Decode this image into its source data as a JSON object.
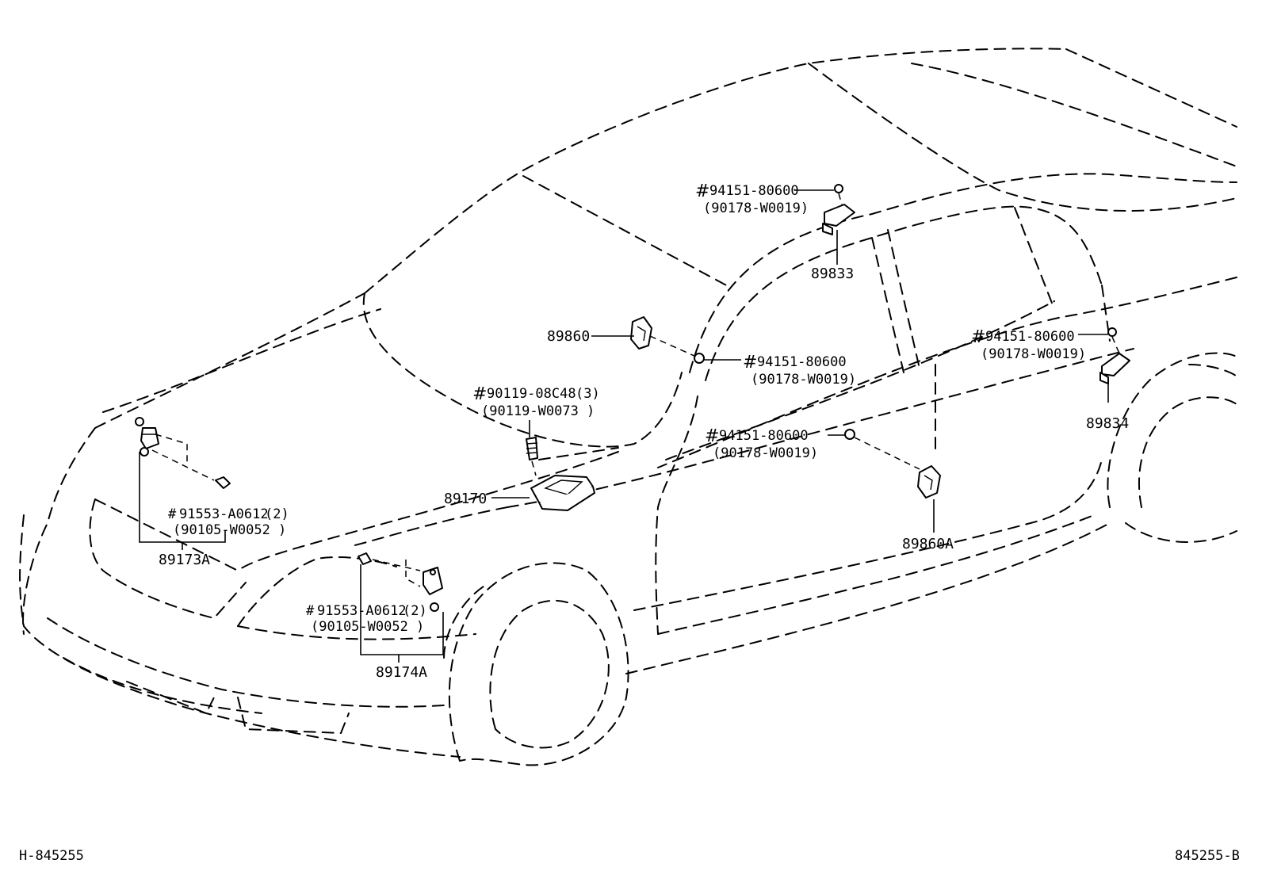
{
  "figure_id_left": "H-845255",
  "figure_id_right": "845255-B",
  "callouts": {
    "upper_pillar_sensor": {
      "part": "89833",
      "fastener": "94151-80600",
      "alt": "(90178-W0019)"
    },
    "rear_sensor": {
      "part": "89834",
      "fastener": "94151-80600",
      "alt": "(90178-W0019)"
    },
    "front_door_sensor": {
      "part": "89860",
      "fastener": "94151-80600",
      "alt": "(90178-W0019)"
    },
    "rear_door_sensor": {
      "part": "89860A",
      "fastener": "94151-80600",
      "alt": "(90178-W0019)"
    },
    "airbag_computer": {
      "part": "89170",
      "fastener": "90119-08C48",
      "qty": "(3)",
      "alt": "(90119-W0073 )"
    },
    "front_left_sensor": {
      "part": "89173A",
      "fastener": "91553-A0612",
      "qty": "(2)",
      "alt": "(90105-W0052 )"
    },
    "front_right_sensor": {
      "part": "89174A",
      "fastener": "91553-A0612",
      "qty": "(2)",
      "alt": "(90105-W0052 )"
    }
  },
  "hash_mark": "#"
}
